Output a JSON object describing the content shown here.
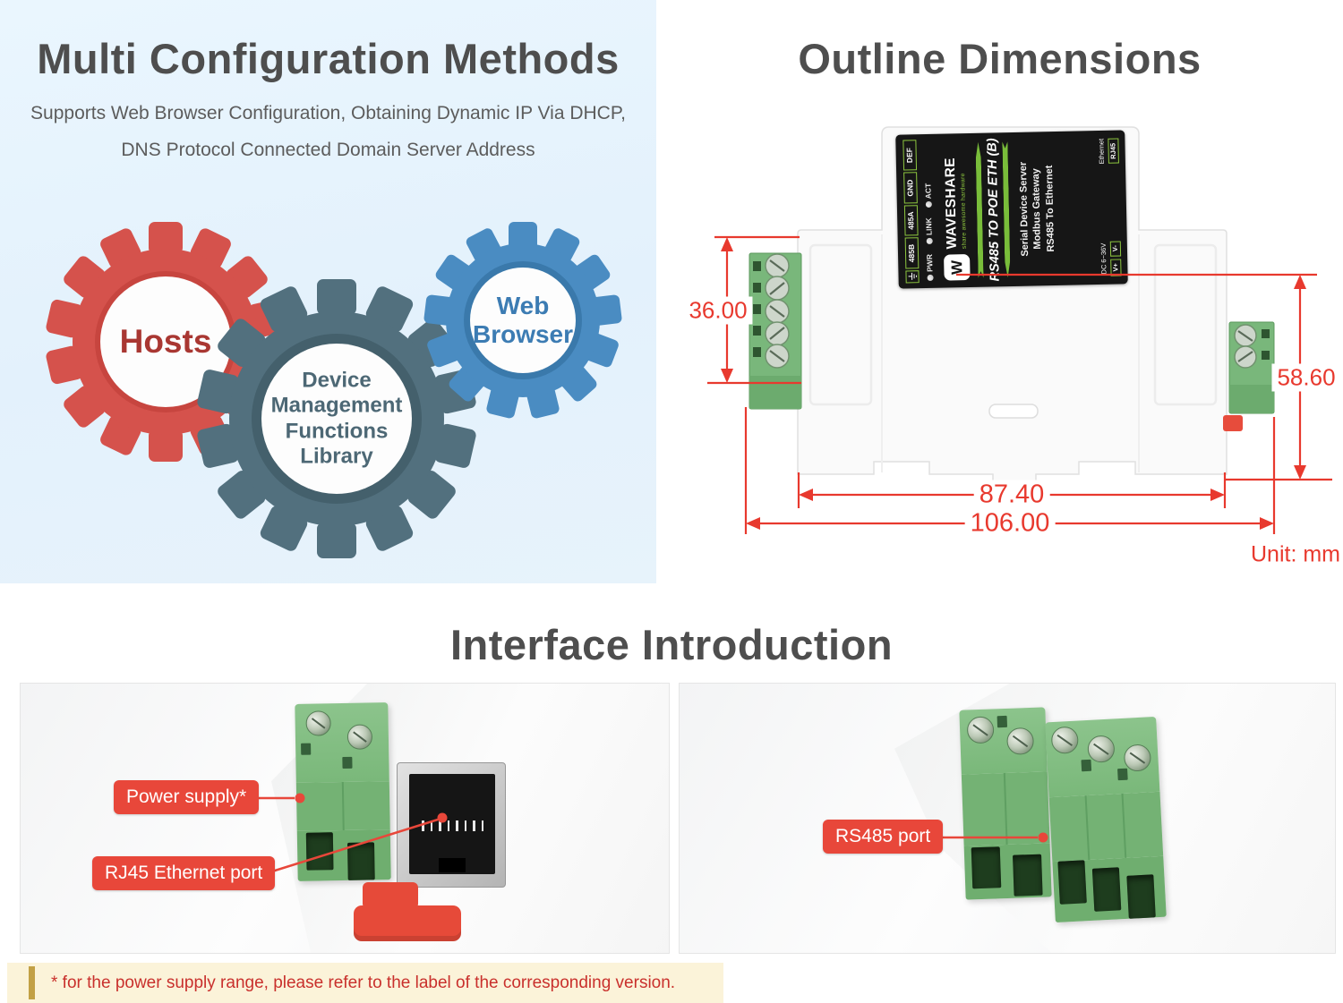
{
  "config": {
    "title": "Multi Configuration Methods",
    "subtitle1": "Supports Web Browser Configuration, Obtaining Dynamic IP Via DHCP,",
    "subtitle2": "DNS Protocol Connected Domain Server Address",
    "gear_hosts": "Hosts",
    "gear_device_lines": [
      "Device",
      "Management",
      "Functions",
      "Library"
    ],
    "gear_web_lines": [
      "Web",
      "Browser"
    ]
  },
  "outline": {
    "title": "Outline Dimensions",
    "dim_left_height": "36.00",
    "dim_right_height": "58.60",
    "dim_inner_width": "87.40",
    "dim_outer_width": "106.00",
    "unit": "Unit: mm",
    "label": {
      "terminals": [
        "485B",
        "485A",
        "GND",
        "DEF"
      ],
      "leds": [
        "PWR",
        "LINK",
        "ACT"
      ],
      "brand_initial": "W",
      "brand": "WAVESHARE",
      "tagline": "share awesome hardware",
      "product": "RS485 TO POE ETH (B)",
      "features": [
        "Serial Device Server",
        "Modbus Gateway",
        "RS485 To Ethernet"
      ],
      "power": "DC 6~36V",
      "ethernet": "Ethernet",
      "v_plus": "V+",
      "v_minus": "V-",
      "rj45": "RJ45"
    }
  },
  "interface": {
    "title": "Interface Introduction",
    "callout_power": "Power supply*",
    "callout_rj45": "RJ45 Ethernet port",
    "callout_rs485": "RS485 port"
  },
  "footnote": "* for the power supply range, please refer to the label of the corresponding version.",
  "colors": {
    "dimension_red": "#e8392e",
    "callout_red": "#e8473a",
    "gear_red": "#d5524c",
    "gear_slate": "#52707e",
    "gear_blue": "#4a8cc2",
    "waveshare_green": "#8dc63f",
    "terminal_green": "#74b274",
    "panel_blue": "#e3f1fc",
    "footnote_bg": "#fbf3d9"
  }
}
